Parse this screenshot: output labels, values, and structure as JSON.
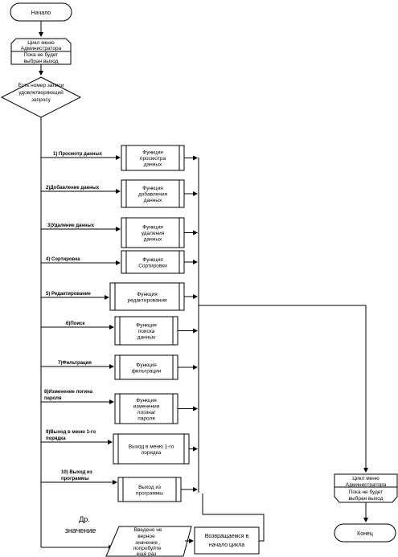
{
  "start": "Начало",
  "end": "Конец",
  "loop_top": [
    "Цикл меню",
    "Администратора",
    "Пока не будет",
    "выбран выход"
  ],
  "loop_bottom": [
    "Цикл меню",
    "Администратора",
    "Пока не будет",
    "выбран выход"
  ],
  "decision": [
    "Есть номер записи",
    "удовлетворяющий",
    "запросу"
  ],
  "branches": [
    {
      "label": [
        "1) Просмотр данных"
      ],
      "func": [
        "Функция",
        "просмотра",
        "данных"
      ]
    },
    {
      "label": [
        "2)Добавление данных"
      ],
      "func": [
        "Функция",
        "добавления",
        "данных"
      ]
    },
    {
      "label": [
        "3)Удаление данных"
      ],
      "func": [
        "Функция",
        "удаления",
        "данных"
      ]
    },
    {
      "label": [
        "4) Сортировка"
      ],
      "func": [
        "Функция",
        "Сортировки"
      ]
    },
    {
      "label": [
        "5) Редактирование"
      ],
      "func": [
        "Функция",
        "редактирования"
      ]
    },
    {
      "label": [
        "6)Поиск"
      ],
      "func": [
        "Функция",
        "поиска",
        "данных"
      ]
    },
    {
      "label": [
        "7)Фильтрация"
      ],
      "func": [
        "Функция",
        "фильтрации"
      ]
    },
    {
      "label": [
        "8)Изменение логина",
        "пароля"
      ],
      "func": [
        "Функция",
        "изменения",
        "логина/",
        "пароля"
      ]
    },
    {
      "label": [
        "9)Выход в меню 1-го",
        "порядка"
      ],
      "func": [
        "Выход в меню 1-го",
        "порядка"
      ]
    },
    {
      "label": [
        "10) Выход из",
        "программы"
      ],
      "func": [
        "Выход из",
        "программы"
      ]
    }
  ],
  "other": {
    "label": [
      "Др.",
      "значение"
    ],
    "input": [
      "Введено не",
      "верное",
      "значение ,",
      "попробуйте",
      "ещё раз"
    ],
    "return_box": [
      "Возвращаемся в",
      "начало цикла"
    ]
  }
}
